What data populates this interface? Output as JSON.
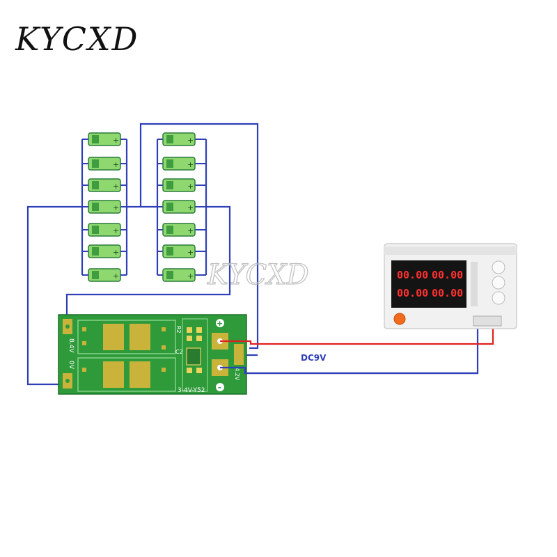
{
  "logo": {
    "text": "KYCXD"
  },
  "watermark": {
    "text": "KYCXD"
  },
  "board": {
    "label_pos": "8.4V",
    "label_neg": "0V",
    "label_charge": "4.2V",
    "label_cap": "C2",
    "label_res": "R2",
    "label_model": "3-4V-Y52",
    "mark_pos": "+",
    "mark_neg": "-"
  },
  "battery": {
    "plus": "+"
  },
  "wire_label": "DC9V",
  "power_supply": {
    "display_1": "00.00",
    "display_2": "00.00",
    "display_3": "00.00",
    "display_4": "00.00"
  },
  "colors": {
    "wire_blue": "#2f3fb8",
    "wire_red": "#e02020",
    "board_green": "#2e9a3a",
    "pad_gold": "#c9b33a",
    "cell_green": "#7fd060",
    "display_red": "#ff3030"
  }
}
